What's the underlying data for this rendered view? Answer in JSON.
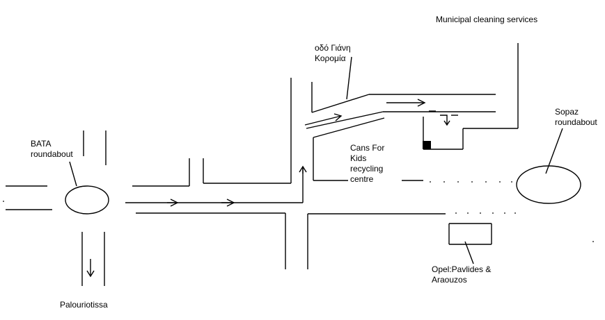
{
  "labels": {
    "bata": [
      "BATA",
      "roundabout"
    ],
    "palouriotissa": "Palouriotissa",
    "street": [
      "οδό Γιάνη",
      "Κορομία"
    ],
    "municipal": "Municipal cleaning services",
    "sopaz": [
      "Sopaz",
      "roundabout"
    ],
    "cans": [
      "Cans For",
      "Kids",
      "recycling",
      "centre"
    ],
    "opel": [
      "Opel:Pavlides &",
      "Araouzos"
    ]
  },
  "colors": {
    "ink": "#000000",
    "background": "#ffffff"
  }
}
